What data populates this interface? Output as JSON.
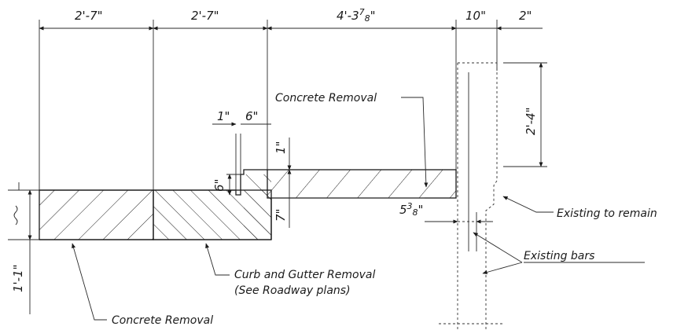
{
  "dimensions": {
    "top_1": "2'-7\"",
    "top_2": "2'-7\"",
    "top_3_main": "4'-3",
    "top_3_num": "7",
    "top_3_den": "8",
    "top_3_inch": "\"",
    "top_4": "10\"",
    "top_5": "2\"",
    "right_height": "2'-4\"",
    "curb_1in": "1\"",
    "curb_6in": "6\"",
    "slab_1in": "1\"",
    "curb_6in_vert": "6\"",
    "slab_7in": "7\"",
    "offset_main": "5",
    "offset_num": "3",
    "offset_den": "8",
    "offset_inch": "\"",
    "left_height": "1'-1\""
  },
  "notes": {
    "concrete_removal_top": "Concrete Removal",
    "existing_to_remain": "Existing to remain",
    "existing_bars": "Existing bars",
    "curb_gutter_line1": "Curb and Gutter Removal",
    "curb_gutter_line2": "(See Roadway plans)",
    "concrete_removal_bottom": "Concrete Removal"
  }
}
